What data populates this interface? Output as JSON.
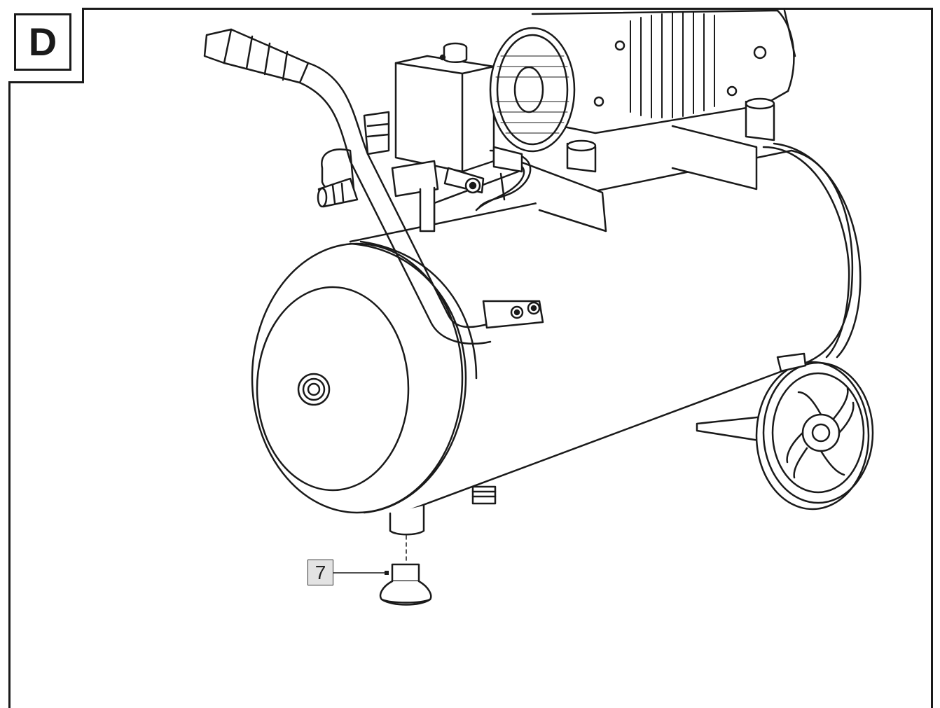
{
  "section_label": "D",
  "callout": {
    "number": "7",
    "part": "rubber-foot"
  },
  "colors": {
    "line": "#1a1a1a",
    "paper": "#ffffff",
    "callout_fill": "#e3e3e3"
  },
  "icons": [
    "air-compressor-illustration",
    "rubber-foot-icon",
    "wheel-icon",
    "handle-icon"
  ]
}
